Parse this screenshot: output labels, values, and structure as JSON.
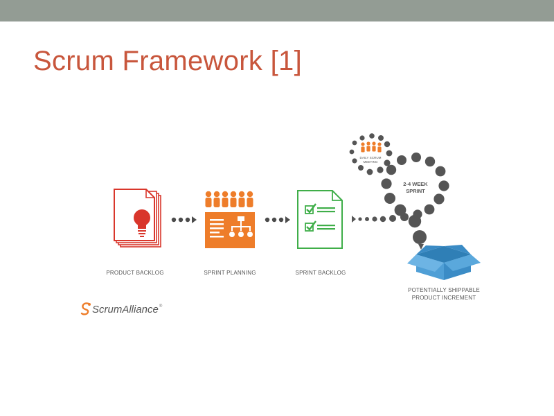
{
  "slide": {
    "title": "Scrum Framework [1]"
  },
  "diagram": {
    "stages": [
      {
        "label": "PRODUCT BACKLOG",
        "icon": "lightbulb-document-stack-icon"
      },
      {
        "label": "SPRINT PLANNING",
        "icon": "team-planning-board-icon"
      },
      {
        "label": "SPRINT BACKLOG",
        "icon": "checklist-document-icon"
      }
    ],
    "daily_scrum": {
      "line1": "DAILY SCRUM",
      "line2": "MEETING",
      "icon": "team-meeting-icon"
    },
    "sprint": {
      "line1": "2-4 WEEK",
      "line2": "SPRINT"
    },
    "increment": {
      "line1": "POTENTIALLY SHIPPABLE",
      "line2": "PRODUCT INCREMENT",
      "icon": "open-box-icon"
    }
  },
  "logo": {
    "name": "ScrumAlliance",
    "reg": "®"
  },
  "colors": {
    "title": "#c8563c",
    "top_bar": "#939c94",
    "red": "#d9362b",
    "orange": "#ee7d2a",
    "green": "#3fae49",
    "gray_dot": "#555555",
    "blue_box": "#4f9fd6"
  }
}
